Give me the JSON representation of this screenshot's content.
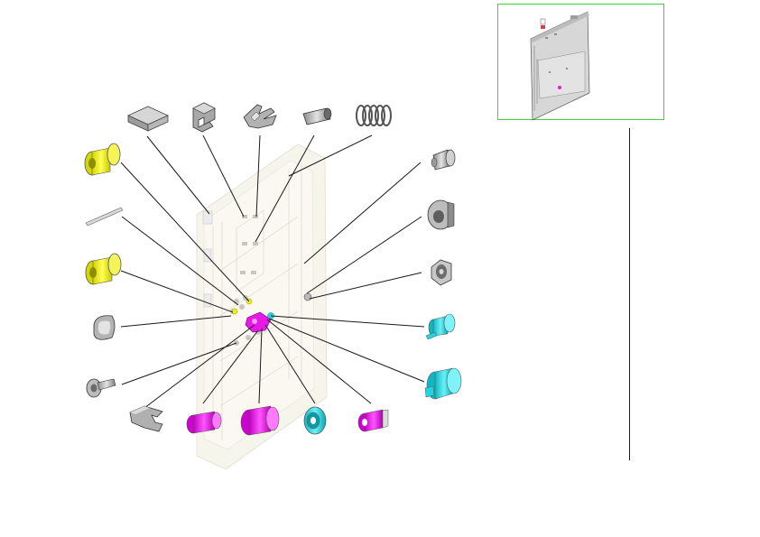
{
  "diagram": {
    "view": "exploded-isometric",
    "background": "#ffffff",
    "colors": {
      "highlight_magenta": "#e619e6",
      "highlight_cyan": "#1fd6e0",
      "highlight_yellow": "#f2f21a",
      "neutral_part": "#b9b9b9",
      "leader_line": "#1a1a1a",
      "preview_border": "#3dcf3d",
      "ghost_assembly": "#e6e3cf"
    },
    "parts": [
      "flat-pad",
      "cam-bracket",
      "clip-bracket",
      "sleeve-tube",
      "coil-spring",
      "yellow-spool-top",
      "pin-rod",
      "yellow-spool-mid",
      "lens-cap",
      "pan-screw",
      "c-bracket",
      "magenta-bushing-small",
      "magenta-bushing-large",
      "cyan-pulley",
      "magenta-roller",
      "stepped-pin",
      "cam-collar",
      "flanged-bearing",
      "cyan-shaft-small",
      "cyan-shaft-large"
    ]
  },
  "preview": {
    "label": "thumbnail-view"
  }
}
